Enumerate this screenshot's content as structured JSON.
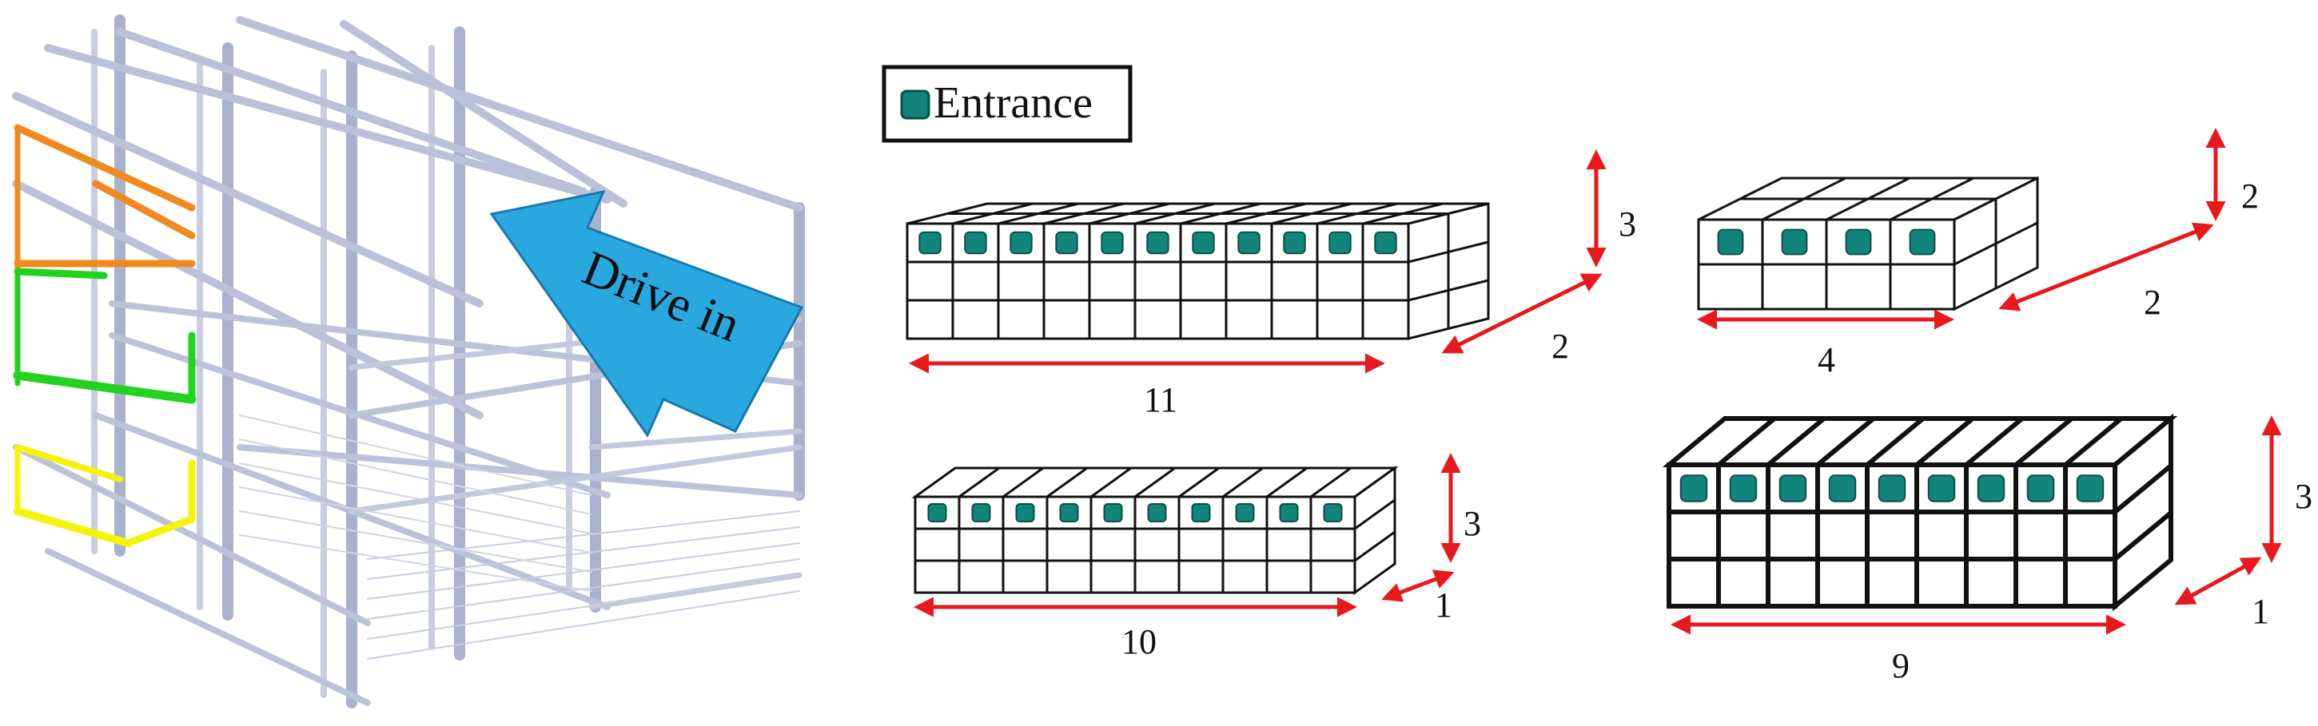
{
  "legend": {
    "label": "Entrance"
  },
  "arrow": {
    "label": "Drive in"
  },
  "colors": {
    "entrance": "#12857A",
    "entrance_stroke": "#0b4f47",
    "dimension": "#e8191c",
    "drive_arrow": "#29a8e0",
    "frame": "#b8bfd6",
    "highlight_orange": "#f08a1e",
    "highlight_green": "#22d21e",
    "highlight_yellow": "#f4f40a"
  },
  "blocks": [
    {
      "id": "block-11x2x3",
      "cols": 11,
      "rows": 3,
      "depth": 2,
      "width_label": "11",
      "depth_label": "2",
      "height_label": "3"
    },
    {
      "id": "block-4x2x2",
      "cols": 4,
      "rows": 2,
      "depth": 2,
      "width_label": "4",
      "depth_label": "2",
      "height_label": "2"
    },
    {
      "id": "block-10x1x3",
      "cols": 10,
      "rows": 3,
      "depth": 1,
      "width_label": "10",
      "depth_label": "1",
      "height_label": "3"
    },
    {
      "id": "block-9x1x3",
      "cols": 9,
      "rows": 3,
      "depth": 1,
      "width_label": "9",
      "depth_label": "1",
      "height_label": "3"
    }
  ]
}
